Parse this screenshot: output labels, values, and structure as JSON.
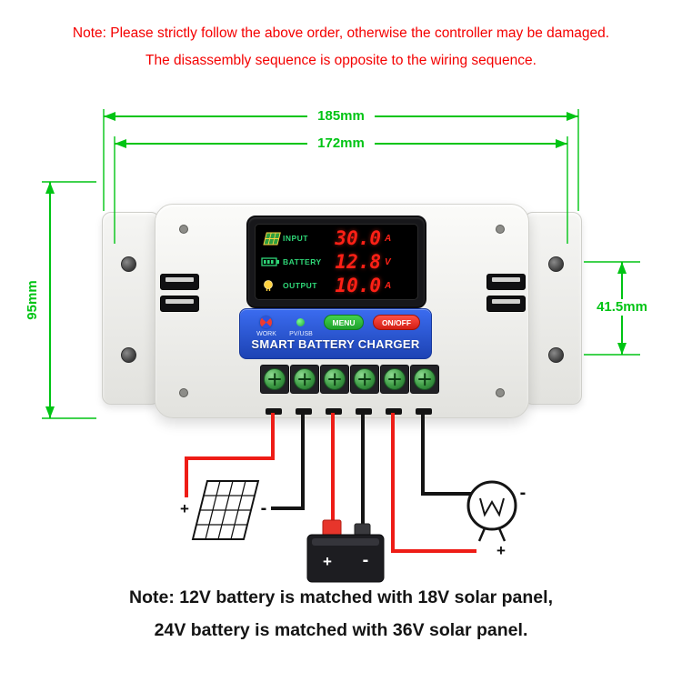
{
  "top_note": {
    "line1": "Note: Please strictly follow the above order, otherwise the controller may be damaged.",
    "line2": "The disassembly sequence is opposite to the wiring sequence."
  },
  "bottom_note": {
    "line1": "Note: 12V battery is matched with 18V solar panel,",
    "line2": "24V battery is matched with 36V solar panel."
  },
  "dimensions": {
    "outer_width": "185mm",
    "inner_width": "172mm",
    "height": "95mm",
    "ear_hole_spacing": "41.5mm"
  },
  "display": {
    "rows": [
      {
        "icon": "solar-panel-icon",
        "label": "INPUT",
        "value": "30.0",
        "unit": "A"
      },
      {
        "icon": "battery-icon",
        "label": "BATTERY",
        "value": "12.8",
        "unit": "V"
      },
      {
        "icon": "lamp-icon",
        "label": "OUTPUT",
        "value": "10.0",
        "unit": "A"
      }
    ]
  },
  "control_panel": {
    "led1_label": "WORK",
    "led2_label": "PV/USB",
    "menu_button": "MENU",
    "power_button": "ON/OFF",
    "brand": "SMART BATTERY CHARGER"
  },
  "wiring": {
    "solar_plus": "+",
    "solar_minus": "-",
    "battery_plus": "+",
    "battery_minus": "-",
    "load_plus": "+",
    "load_minus": "-"
  },
  "colors": {
    "note_red": "#f40000",
    "dimension_green": "#00c414",
    "display_value_red": "#ff2016",
    "display_label_green": "#2fd878",
    "panel_blue": "#2a57d5",
    "wire_red": "#ee1c16",
    "wire_black": "#141414",
    "terminal_green": "#3c9a43"
  }
}
